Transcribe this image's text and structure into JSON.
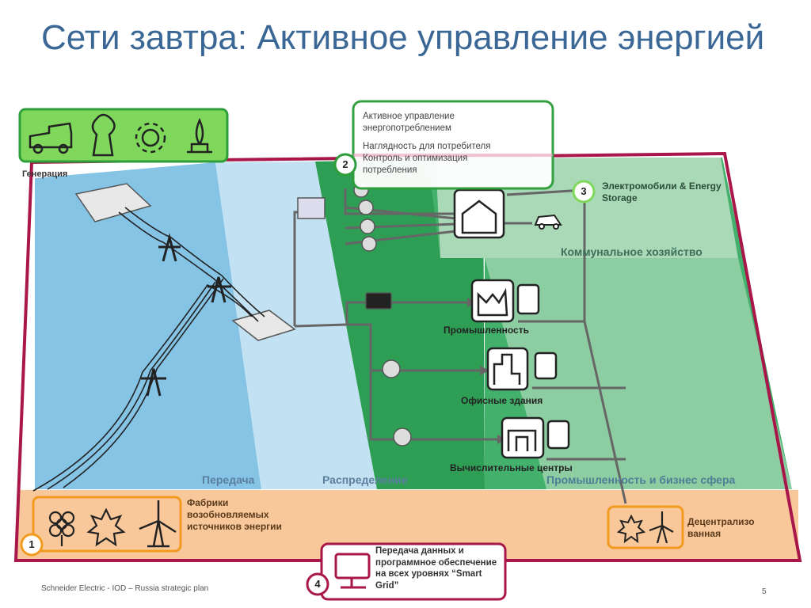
{
  "slide": {
    "title": "Сети завтра: Активное управление энергией",
    "footer_text": "Schneider Electric - IOD – Russia strategic plan",
    "page_number": "5"
  },
  "labels": {
    "generation": "Генерация",
    "transmission": "Передача",
    "distribution": "Распределение",
    "industry_business": "Промышленность и бизнес сфера",
    "communal": "Коммунальное хозяйство",
    "industry": "Промышленность",
    "offices": "Офисные здания",
    "datacenters": "Вычислительные центры",
    "renewables": "Фабрики возобновляемых источников энергии",
    "decentralized": "Децентрализо ванная",
    "ev_storage": "Электромобили & Energy Storage",
    "data_transfer": "Передача данных и программное обеспечение на всех уровнях “Smart Grid”"
  },
  "callout_box": {
    "line1": "Активное управление энергопотреблением",
    "line2": "Наглядность для потребителя",
    "line3": "Контроль и оптимизация потребления"
  },
  "markers": [
    "1",
    "2",
    "3",
    "4"
  ],
  "colors": {
    "title": "#3a6795",
    "border_red": "#a8164a",
    "sky_blue": "#86c4e6",
    "light_blue": "#c2e1f2",
    "dark_green": "#2e9e55",
    "mid_green": "#43b06c",
    "light_green": "#a9d9b6",
    "pale_green": "#c8e8cf",
    "orange": "#f9c89a",
    "lime": "#7fd85c",
    "callout_green": "#2e9e3a"
  },
  "icons": {
    "generation": [
      "coal-truck-icon",
      "power-plant-icon",
      "gear-icon",
      "gas-flame-icon"
    ],
    "renewables": [
      "flower-icon",
      "sun-icon",
      "wind-turbine-icon"
    ],
    "decentralized": [
      "sun-icon",
      "wind-turbine-icon"
    ],
    "consumers": [
      "house-icon",
      "electric-car-icon",
      "factory-icon",
      "office-building-icon",
      "datacenter-icon",
      "smart-meter-icon"
    ]
  }
}
